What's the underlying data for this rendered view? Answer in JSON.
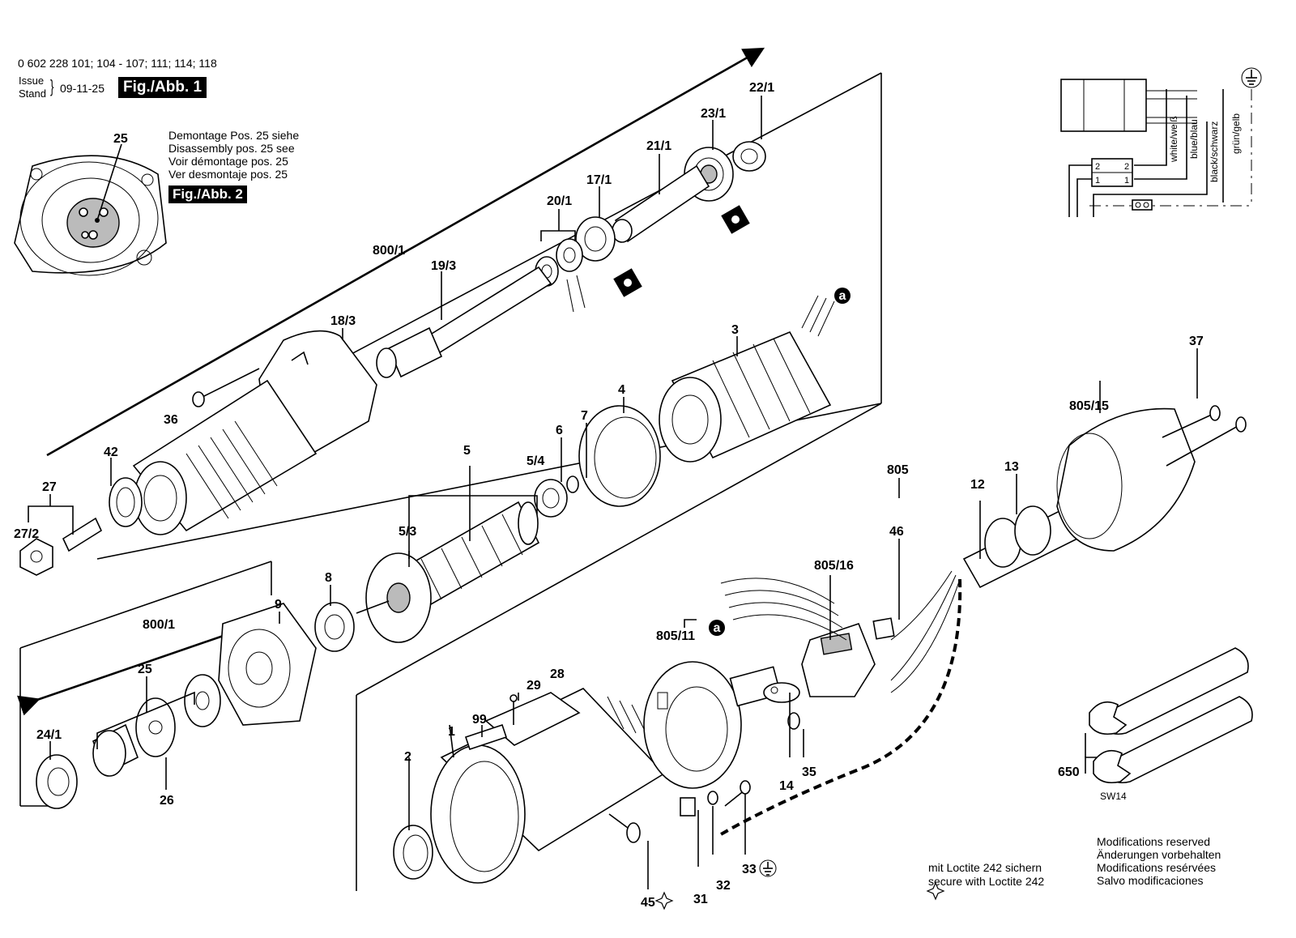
{
  "header": {
    "part_numbers": "0 602 228 101; 104 - 107; 111; 114; 118",
    "issue_label": "Issue",
    "stand_label": "Stand",
    "issue_date": "09-11-25",
    "figure_title": "Fig./Abb. 1"
  },
  "disassembly_note": {
    "lines": [
      "Demontage Pos. 25 siehe",
      "Disassembly pos. 25 see",
      "Voir démontage pos. 25",
      "Ver desmontaje pos. 25"
    ],
    "figure_ref": "Fig./Abb. 2"
  },
  "wiring": {
    "wires": [
      "white/weiß",
      "blue/blau",
      "black/schwarz",
      "grün/gelb"
    ],
    "terminals": [
      "2",
      "2",
      "1",
      "1"
    ]
  },
  "part_labels": {
    "p25_top": "25",
    "p22_1": "22/1",
    "p23_1": "23/1",
    "p21_1": "21/1",
    "p17_1": "17/1",
    "p20_1": "20/1",
    "p800_1_top": "800/1",
    "p19_3": "19/3",
    "p18_3": "18/3",
    "p36": "36",
    "p42": "42",
    "p27": "27",
    "p27_2": "27/2",
    "p3": "3",
    "p4": "4",
    "p7": "7",
    "p6": "6",
    "p5": "5",
    "p5_4": "5/4",
    "p5_3": "5/3",
    "p8": "8",
    "p9": "9",
    "p800_1_bottom": "800/1",
    "p25_bottom": "25",
    "p24_1": "24/1",
    "p26": "26",
    "p37": "37",
    "p805_15": "805/15",
    "p805": "805",
    "p13": "13",
    "p12": "12",
    "p46": "46",
    "p805_16": "805/16",
    "p805_11": "805/11",
    "p28": "28",
    "p29": "29",
    "p99": "99",
    "p1": "1",
    "p2": "2",
    "p14": "14",
    "p35": "35",
    "p45": "45",
    "p31": "31",
    "p32": "32",
    "p33": "33",
    "p650": "650",
    "sw14": "SW14",
    "conn_a_top": "a",
    "conn_a_mid": "a"
  },
  "loctite_note": [
    "mit Loctite 242 sichern",
    "secure with Loctite 242"
  ],
  "modifications_note": [
    "Modifications reserved",
    "Änderungen vorbehalten",
    "Modifications resérvées",
    "Salvo modificaciones"
  ]
}
